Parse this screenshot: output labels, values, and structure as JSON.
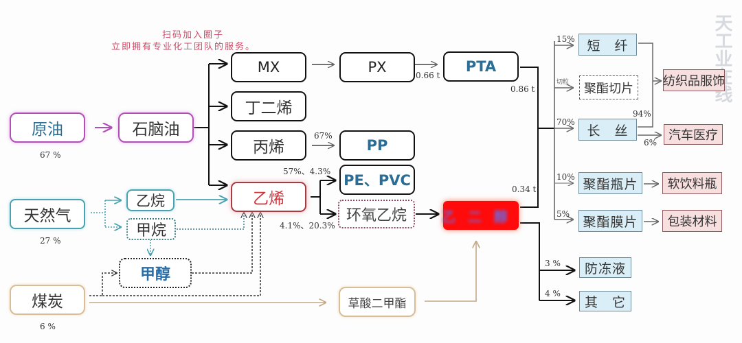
{
  "note": {
    "line1": "扫码加入圈子",
    "line2": "立即拥有专业化工团队的服务。"
  },
  "watermark": "天工业在线",
  "sources": {
    "crude_oil": {
      "label": "原油",
      "share": "67 %"
    },
    "natural_gas": {
      "label": "天然气",
      "share": "27 %"
    },
    "coal": {
      "label": "煤炭",
      "share": "6 %"
    }
  },
  "nodes": {
    "naphtha": "石脑油",
    "mx": "MX",
    "butadiene": "丁二烯",
    "propylene": "丙烯",
    "ethylene": "乙烯",
    "ethane": "乙烷",
    "methane": "甲烷",
    "methanol": "甲醇",
    "px": "PX",
    "pta": "PTA",
    "pp": "PP",
    "pe_pvc": "PE、PVC",
    "ethylene_oxide": "环氧乙烷",
    "meg": "乙二醇",
    "dimethyl_oxalate": "草酸二甲酯",
    "staple_fiber": "短　纤",
    "polyester_chip": "聚酯切片",
    "filament": "长　丝",
    "bottle_chip": "聚酯瓶片",
    "film_chip": "聚酯膜片",
    "textiles": "纺织品服饰",
    "auto_medical": "汽车医疗",
    "soft_drink_bottle": "软饮料瓶",
    "packaging": "包装材料",
    "antifreeze": "防冻液",
    "others": "其　它"
  },
  "labels": {
    "px_to_pta": "0.66 t",
    "pta_to_polyester": "0.86 t",
    "meg_to_polyester": "0.34 t",
    "propylene_to_pp": "67%",
    "ethylene_to_pe_pvc": "57%、4.3%",
    "ethylene_to_eo": "4.1%、20.3%",
    "staple_fiber_share": "15%",
    "chip_share": "切粒",
    "filament_share": "70%",
    "filament_to_textiles": "94%",
    "filament_to_auto": "6%",
    "bottle_share": "10%",
    "film_share": "5%",
    "antifreeze_share": "3 %",
    "others_share": "4 %"
  }
}
